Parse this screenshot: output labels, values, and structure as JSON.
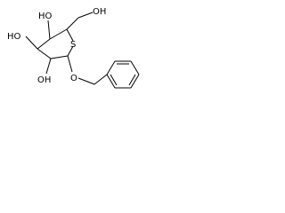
{
  "molecule": {
    "atoms": {
      "ho_c4": "HO",
      "ho_c3": "HO",
      "oh_c6": "OH",
      "oh_c2": "OH",
      "s_ring": "S",
      "o_glycosidic": "O"
    },
    "colors": {
      "bond": "#000000",
      "label": "#000000",
      "background": "#ffffff"
    }
  }
}
